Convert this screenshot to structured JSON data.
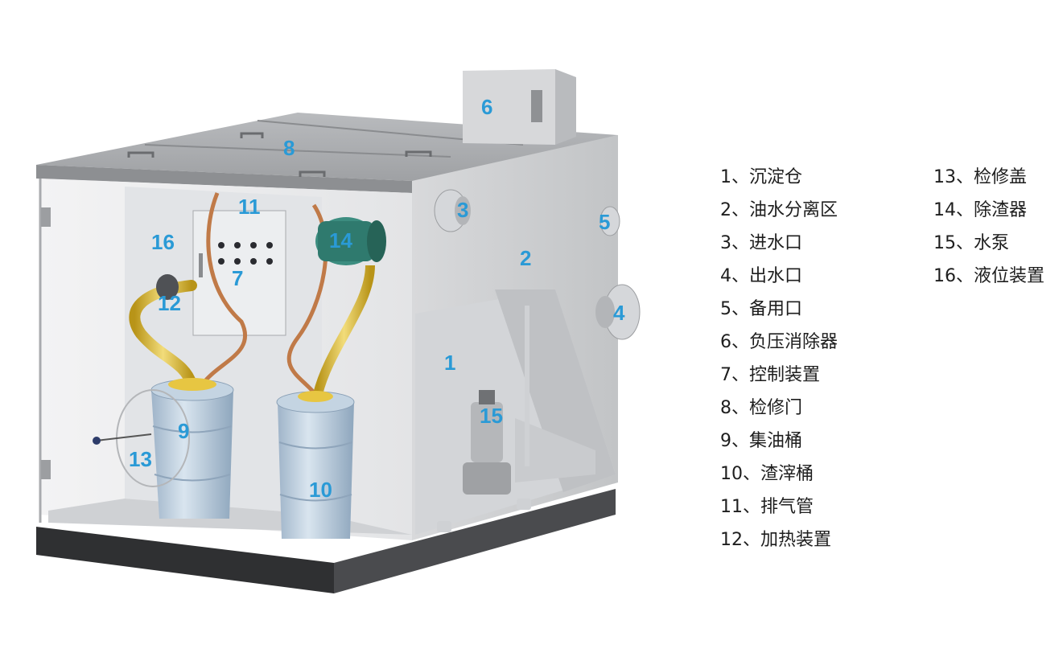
{
  "legend": {
    "left": [
      "1、沉淀仓",
      "2、油水分离区",
      "3、进水口",
      "4、出水口",
      "5、备用口",
      "6、负压消除器",
      "7、控制装置",
      "8、检修门",
      "9、集油桶",
      "10、渣滓桶",
      "11、排气管",
      "12、加热装置"
    ],
    "right": [
      "13、检修盖",
      "14、除渣器",
      "15、水泵",
      "16、液位装置"
    ]
  },
  "callouts": {
    "c1": "1",
    "c2": "2",
    "c3": "3",
    "c4": "4",
    "c5": "5",
    "c6": "6",
    "c7": "7",
    "c8": "8",
    "c9": "9",
    "c10": "10",
    "c11": "11",
    "c12": "12",
    "c13": "13",
    "c14": "14",
    "c15": "15",
    "c16": "16"
  },
  "colors": {
    "callout": "#2a9ad6",
    "steel_light": "#e6e7e9",
    "steel_mid": "#c8cacc",
    "base": "#3a3b3d"
  }
}
